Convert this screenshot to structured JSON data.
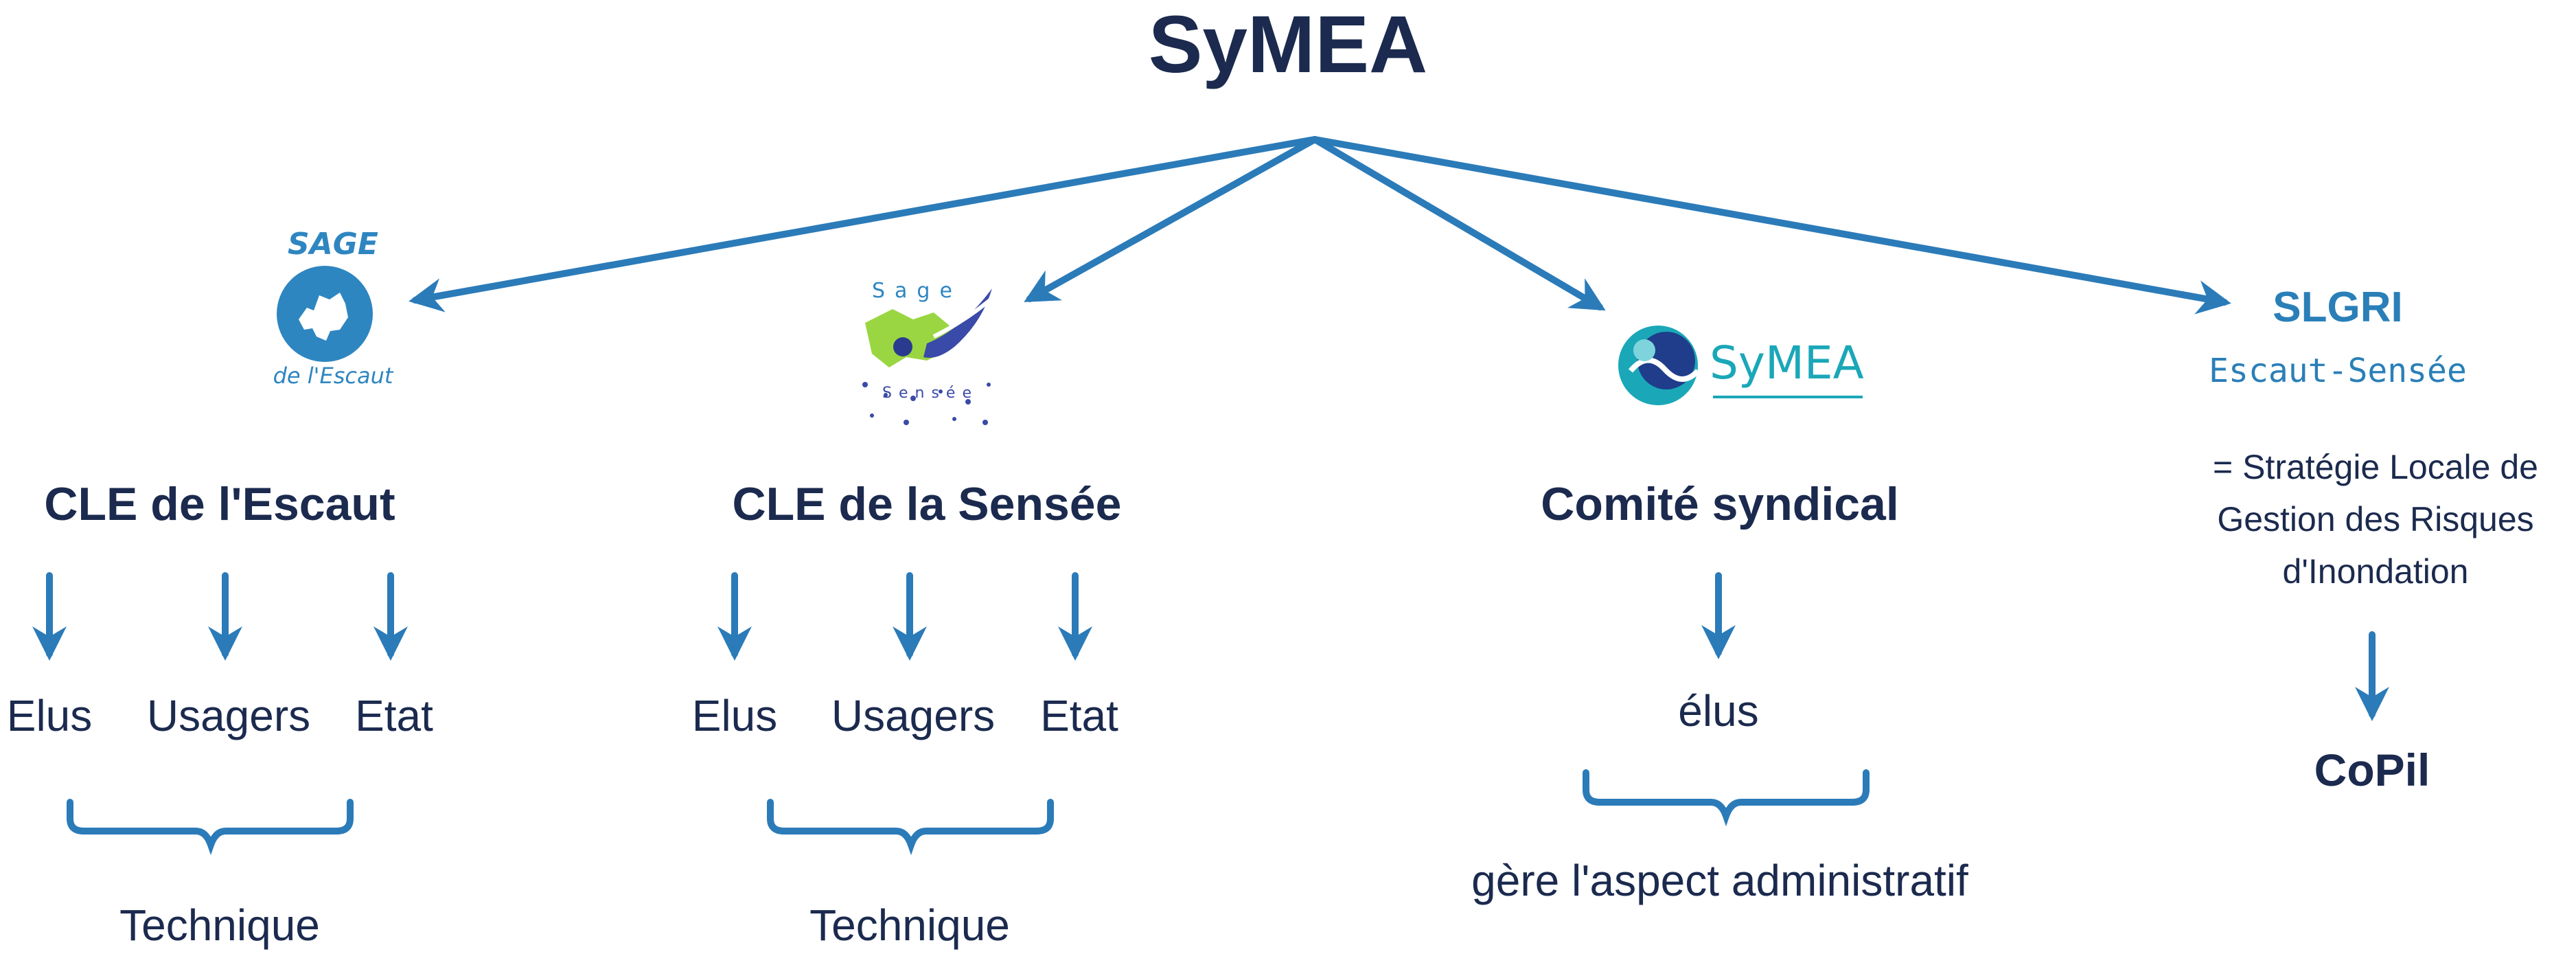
{
  "title": "SyMEA",
  "colors": {
    "arrow": "#2b7bb9",
    "text": "#1b2a4e",
    "accent": "#2e86c1"
  },
  "branches": [
    {
      "logo": {
        "top": "SAGE",
        "bottom": "de l'Escaut"
      },
      "heading": "CLE de l'Escaut",
      "members": [
        "Elus",
        "Usagers",
        "Etat"
      ],
      "bracket_label": "Technique"
    },
    {
      "logo": {
        "top": "Sage",
        "bottom": "Sensée"
      },
      "heading": "CLE de la Sensée",
      "members": [
        "Elus",
        "Usagers",
        "Etat"
      ],
      "bracket_label": "Technique"
    },
    {
      "logo": {
        "text": "SyMEA"
      },
      "heading": "Comité syndical",
      "members": [
        "élus"
      ],
      "bracket_label": "gère l'aspect administratif"
    },
    {
      "logo": {
        "title": "SLGRI",
        "subtitle": "Escaut-Sensée"
      },
      "description": "= Stratégie Locale de Gestion des Risques d'Inondation",
      "child": "CoPil"
    }
  ]
}
